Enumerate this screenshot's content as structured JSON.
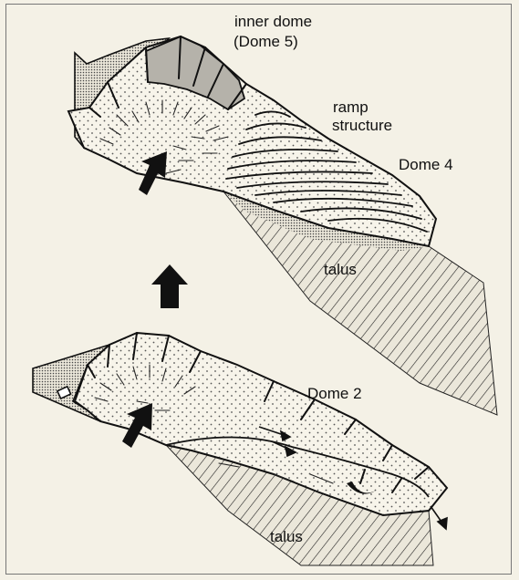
{
  "labels": {
    "inner_dome": "inner dome",
    "inner_dome_number": "(Dome 5)",
    "ramp": "ramp",
    "structure": "structure",
    "dome4": "Dome 4",
    "talus_upper": "talus",
    "dome2": "Dome 2",
    "talus_lower": "talus"
  },
  "colors": {
    "background": "#f4f1e6",
    "ink": "#111111",
    "inner_dome_fill": "#b5b2aa"
  }
}
